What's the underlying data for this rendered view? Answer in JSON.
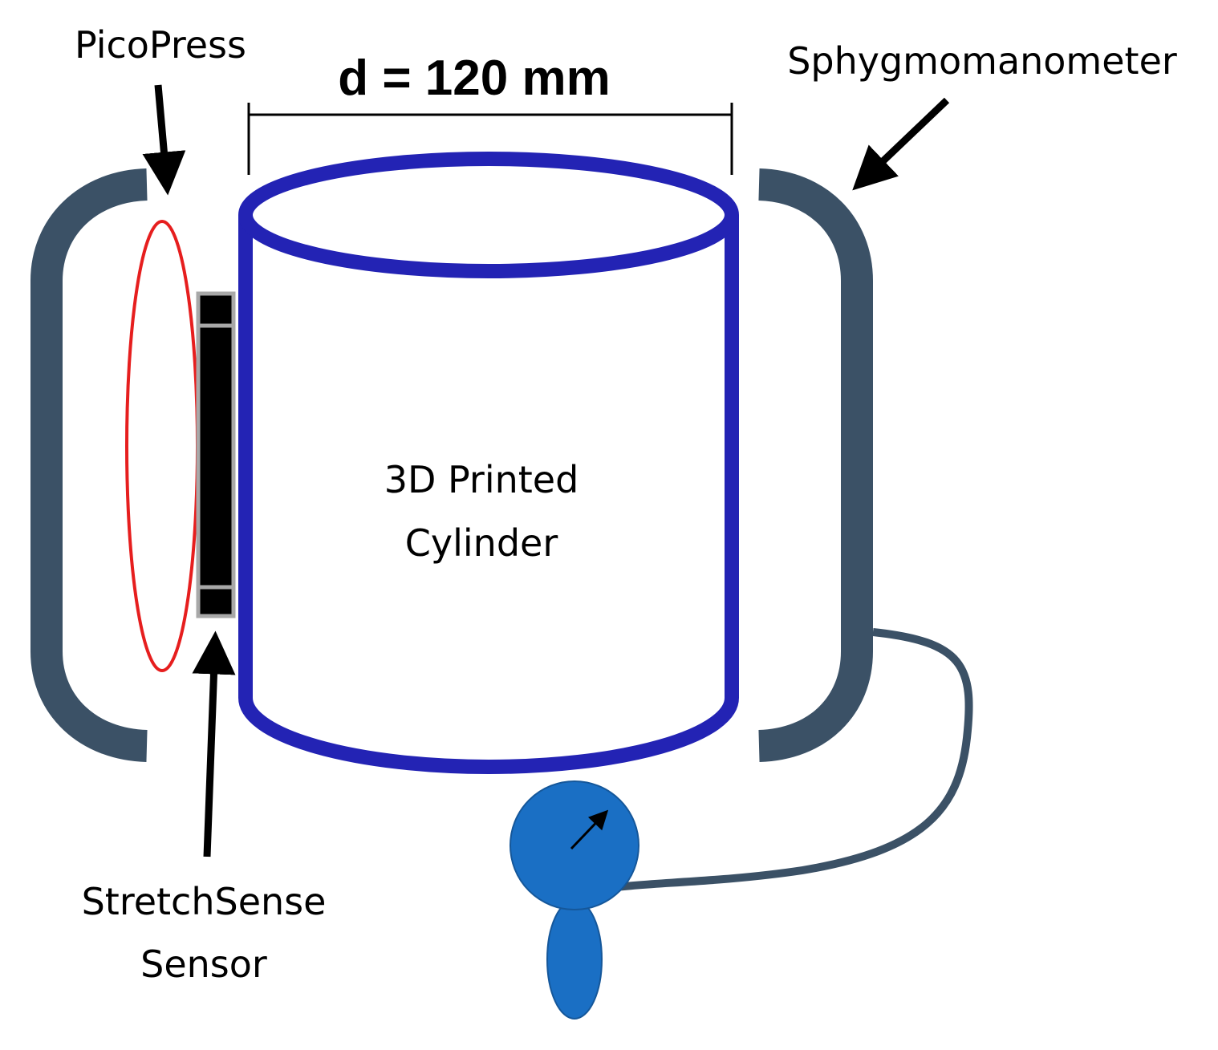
{
  "labels": {
    "picopress": "PicoPress",
    "sphygmomanometer": "Sphygmomanometer",
    "dimension": "d = 120 mm",
    "cylinder_line1": "3D Printed",
    "cylinder_line2": "Cylinder",
    "sensor_line1": "StretchSense",
    "sensor_line2": "Sensor"
  },
  "colors": {
    "cuff": "#3b5166",
    "cylinder": "#2323b4",
    "picopress": "#e61e1e",
    "sensor": "#000000",
    "sensor_border": "#a8a8a8",
    "bulb": "#1a6fc4",
    "arrow": "#000000"
  }
}
